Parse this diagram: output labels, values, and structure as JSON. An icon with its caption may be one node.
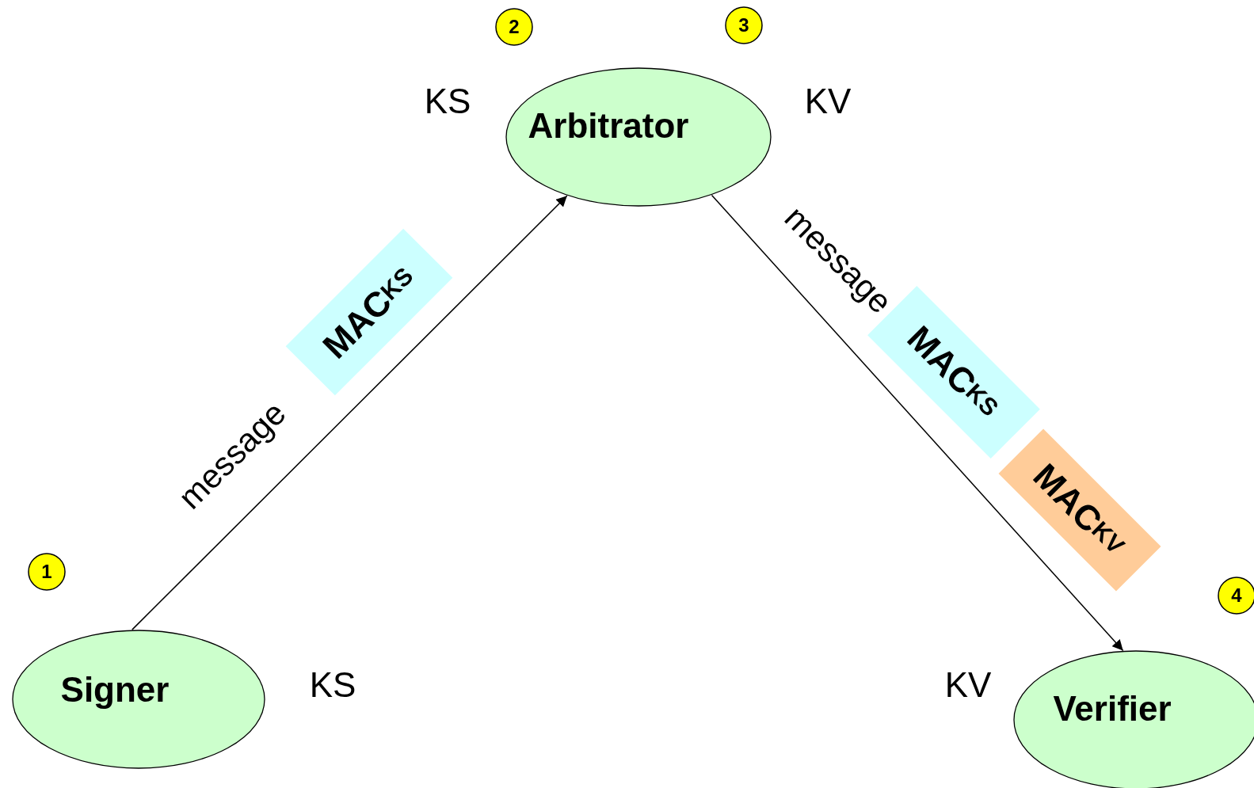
{
  "diagram": {
    "nodes": [
      {
        "text": [
          "Signer"
        ]
      },
      {
        "text": [
          "Arbitrator"
        ]
      },
      {
        "text": [
          "Verifier"
        ]
      },
      {
        "text": [
          "1"
        ]
      },
      {
        "text": [
          "2"
        ]
      },
      {
        "text": [
          "3"
        ]
      },
      {
        "text": [
          "4"
        ]
      }
    ],
    "edges": [
      {
        "from": 0,
        "to": 1,
        "arrow": "to"
      },
      {
        "from": 1,
        "to": 2,
        "arrow": "to"
      }
    ],
    "labels": [
      "KS",
      "KV",
      "MAC$_{KS}$",
      "message",
      "message",
      "MAC$_{KS}$",
      "MAC$_{KV}$",
      "KS",
      "KV"
    ]
  }
}
